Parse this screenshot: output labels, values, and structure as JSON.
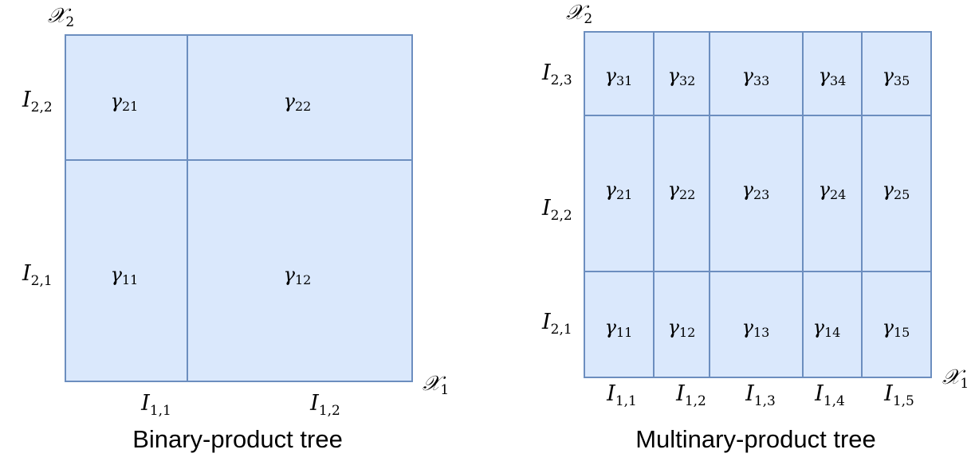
{
  "colors": {
    "cell_fill": "#dae8fc",
    "cell_stroke": "#6c8ebf"
  },
  "left": {
    "caption": "Binary-product tree",
    "x_axis": {
      "sym": "𝒳",
      "sub": "1"
    },
    "y_axis": {
      "sym": "𝒳",
      "sub": "2"
    },
    "x_intervals": [
      {
        "sym": "I",
        "sub": "1,1"
      },
      {
        "sym": "I",
        "sub": "1,2"
      }
    ],
    "y_intervals": [
      {
        "sym": "I",
        "sub": "2,1"
      },
      {
        "sym": "I",
        "sub": "2,2"
      }
    ],
    "cells": [
      [
        {
          "sym": "γ",
          "sub": "11"
        },
        {
          "sym": "γ",
          "sub": "12"
        }
      ],
      [
        {
          "sym": "γ",
          "sub": "21"
        },
        {
          "sym": "γ",
          "sub": "22"
        }
      ]
    ]
  },
  "right": {
    "caption": "Multinary-product tree",
    "x_axis": {
      "sym": "𝒳",
      "sub": "1"
    },
    "y_axis": {
      "sym": "𝒳",
      "sub": "2"
    },
    "x_intervals": [
      {
        "sym": "I",
        "sub": "1,1"
      },
      {
        "sym": "I",
        "sub": "1,2"
      },
      {
        "sym": "I",
        "sub": "1,3"
      },
      {
        "sym": "I",
        "sub": "1,4"
      },
      {
        "sym": "I",
        "sub": "1,5"
      }
    ],
    "y_intervals": [
      {
        "sym": "I",
        "sub": "2,1"
      },
      {
        "sym": "I",
        "sub": "2,2"
      },
      {
        "sym": "I",
        "sub": "2,3"
      }
    ],
    "cells": [
      [
        {
          "sym": "γ",
          "sub": "11"
        },
        {
          "sym": "γ",
          "sub": "12"
        },
        {
          "sym": "γ",
          "sub": "13"
        },
        {
          "sym": "γ",
          "sub": "14"
        },
        {
          "sym": "γ",
          "sub": "15"
        }
      ],
      [
        {
          "sym": "γ",
          "sub": "21"
        },
        {
          "sym": "γ",
          "sub": "22"
        },
        {
          "sym": "γ",
          "sub": "23"
        },
        {
          "sym": "γ",
          "sub": "24"
        },
        {
          "sym": "γ",
          "sub": "25"
        }
      ],
      [
        {
          "sym": "γ",
          "sub": "31"
        },
        {
          "sym": "γ",
          "sub": "32"
        },
        {
          "sym": "γ",
          "sub": "33"
        },
        {
          "sym": "γ",
          "sub": "34"
        },
        {
          "sym": "γ",
          "sub": "35"
        }
      ]
    ]
  }
}
